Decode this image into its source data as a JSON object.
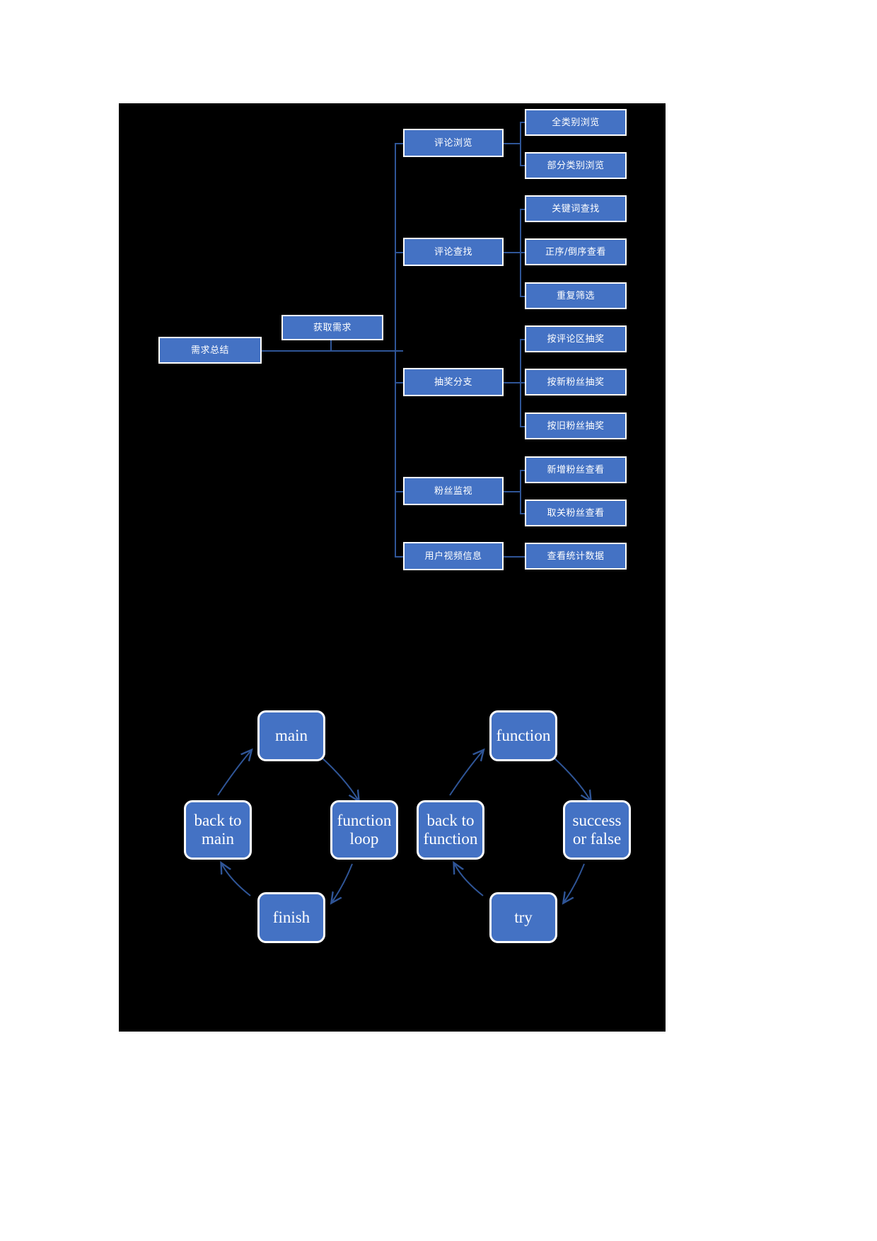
{
  "slide": {
    "background_color": "#000000",
    "page_background": "#ffffff",
    "node_fill": "#4472c4",
    "node_border": "#ffffff",
    "connector_color": "#2f5597",
    "arrow_color": "#2f5597"
  },
  "mindmap": {
    "root": {
      "label": "需求总结"
    },
    "level1": {
      "label": "获取需求"
    },
    "branches": [
      {
        "label": "评论浏览",
        "children": [
          {
            "label": "全类别浏览"
          },
          {
            "label": "部分类别浏览"
          }
        ]
      },
      {
        "label": "评论查找",
        "children": [
          {
            "label": "关键词查找"
          },
          {
            "label": "正序/倒序查看"
          },
          {
            "label": "重复筛选"
          }
        ]
      },
      {
        "label": "抽奖分支",
        "children": [
          {
            "label": "按评论区抽奖"
          },
          {
            "label": "按新粉丝抽奖"
          },
          {
            "label": "按旧粉丝抽奖"
          }
        ]
      },
      {
        "label": "粉丝监视",
        "children": [
          {
            "label": "新增粉丝查看"
          },
          {
            "label": "取关粉丝查看"
          }
        ]
      },
      {
        "label": "用户视频信息",
        "children": [
          {
            "label": "查看统计数据"
          }
        ]
      }
    ]
  },
  "flowchart": {
    "left_cycle": {
      "name": "main-cycle",
      "nodes": [
        {
          "id": "main",
          "label": "main",
          "lines": [
            "main"
          ]
        },
        {
          "id": "function-loop",
          "label": "function loop",
          "lines": [
            "function",
            "loop"
          ]
        },
        {
          "id": "finish",
          "label": "finish",
          "lines": [
            "finish"
          ]
        },
        {
          "id": "back-to-main",
          "label": "back to main",
          "lines": [
            "back to",
            "main"
          ]
        }
      ]
    },
    "right_cycle": {
      "name": "function-cycle",
      "nodes": [
        {
          "id": "function",
          "label": "function",
          "lines": [
            "function"
          ]
        },
        {
          "id": "success-or-false",
          "label": "success or false",
          "lines": [
            "success",
            "or false"
          ]
        },
        {
          "id": "try",
          "label": "try",
          "lines": [
            "try"
          ]
        },
        {
          "id": "back-to-function",
          "label": "back to function",
          "lines": [
            "back to",
            "function"
          ]
        }
      ]
    }
  }
}
